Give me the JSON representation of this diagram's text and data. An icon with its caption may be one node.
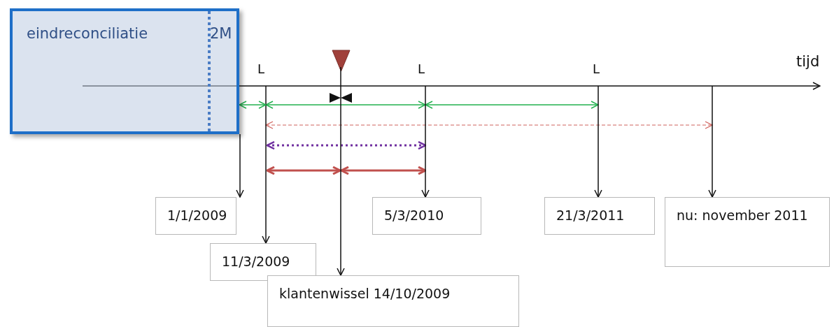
{
  "diagram": {
    "nodes": [
      {
        "text": [
          "eindreconciliatie",
          "2M"
        ]
      },
      {
        "text": [
          "1/1/2009"
        ]
      },
      {
        "text": [
          "11/3/2009"
        ]
      },
      {
        "text": [
          "klantenwissel 14/10/2009"
        ]
      },
      {
        "text": [
          "5/3/2010"
        ]
      },
      {
        "text": [
          "21/3/2011"
        ]
      },
      {
        "text": [
          "nu: november 2011"
        ]
      }
    ],
    "edges": [
      {
        "from": 0,
        "to": 1,
        "arrow": "to"
      },
      {
        "from": null,
        "to": 2,
        "arrow": "to"
      },
      {
        "from": null,
        "to": 3,
        "arrow": "to"
      },
      {
        "from": null,
        "to": 4,
        "arrow": "to"
      },
      {
        "from": null,
        "to": 5,
        "arrow": "to"
      },
      {
        "from": null,
        "to": 6,
        "arrow": "to"
      },
      {
        "from": 0,
        "to": null,
        "arrow": "both",
        "color": "#22b04e"
      }
    ],
    "labels": [
      "L",
      "L",
      "L",
      "tijd"
    ]
  }
}
